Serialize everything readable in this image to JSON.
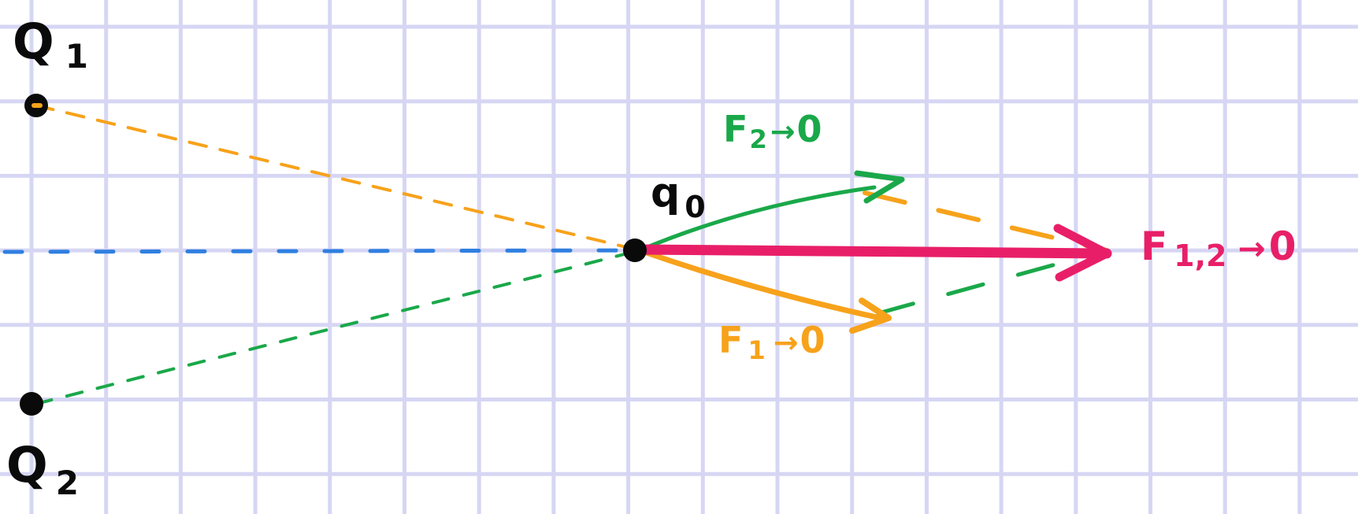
{
  "colors": {
    "grid": "#d6d6f4",
    "charge": "#0a0a0a",
    "orange": "#f7a21b",
    "green": "#1aa84a",
    "blue": "#2f7fe0",
    "pink": "#e81f68"
  },
  "charges": {
    "q1": {
      "letter": "Q",
      "subscript": "1"
    },
    "q2": {
      "letter": "Q",
      "subscript": "2"
    },
    "q0": {
      "letter": "q",
      "subscript": "0"
    }
  },
  "forces": {
    "f20": {
      "letter": "F",
      "subscript": "2",
      "target": "0"
    },
    "f10": {
      "letter": "F",
      "subscript": "1",
      "target": "0"
    },
    "f120": {
      "letter": "F",
      "subscript": "1,2",
      "target": "0"
    }
  }
}
